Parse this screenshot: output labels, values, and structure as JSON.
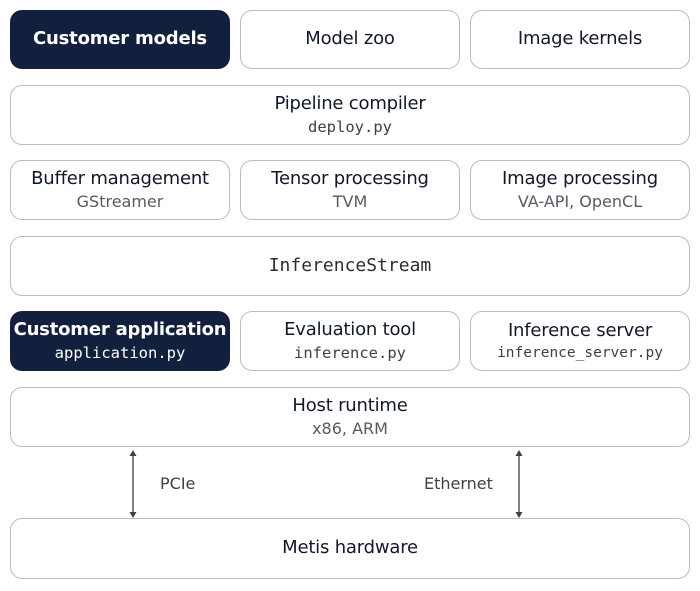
{
  "row1": {
    "customer_models": "Customer models",
    "model_zoo": "Model zoo",
    "image_kernels": "Image kernels"
  },
  "pipeline_compiler": {
    "title": "Pipeline compiler",
    "code": "deploy.py"
  },
  "row3": {
    "buffer_management": {
      "title": "Buffer management",
      "sub": "GStreamer"
    },
    "tensor_processing": {
      "title": "Tensor processing",
      "sub": "TVM"
    },
    "image_processing": {
      "title": "Image processing",
      "sub": "VA-API, OpenCL"
    }
  },
  "inference_stream": "InferenceStream",
  "row5": {
    "customer_application": {
      "title": "Customer application",
      "code": "application.py"
    },
    "evaluation_tool": {
      "title": "Evaluation tool",
      "code": "inference.py"
    },
    "inference_server": {
      "title": "Inference server",
      "code": "inference_server.py"
    }
  },
  "host_runtime": {
    "title": "Host runtime",
    "sub": "x86, ARM"
  },
  "links": {
    "left": "PCIe",
    "right": "Ethernet"
  },
  "metis_hardware": "Metis hardware",
  "colors": {
    "dark_fill": "#13203d",
    "border": "#b9bcc3",
    "background": "#ffffff"
  }
}
